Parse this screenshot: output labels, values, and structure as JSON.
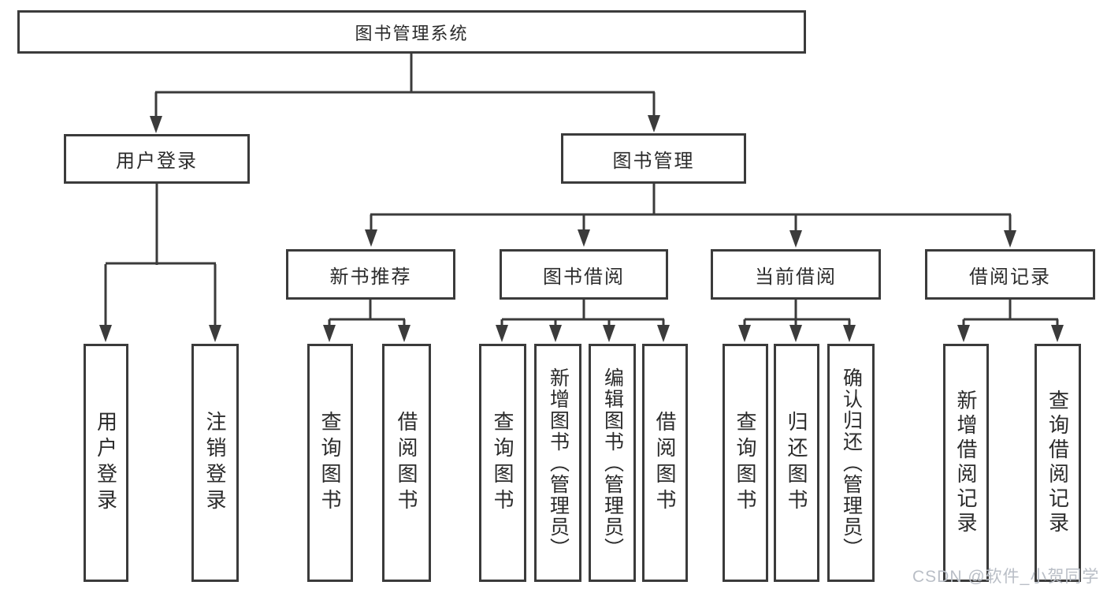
{
  "root": {
    "label": "图书管理系统"
  },
  "branches": {
    "login": {
      "label": "用户登录",
      "leaves": [
        "用户登录",
        "注销登录"
      ]
    },
    "management": {
      "label": "图书管理",
      "categories": [
        {
          "label": "新书推荐",
          "leaves": [
            "查询图书",
            "借阅图书"
          ]
        },
        {
          "label": "图书借阅",
          "leaves": [
            "查询图书",
            "新增图书（管理员）",
            "编辑图书（管理员）",
            "借阅图书"
          ]
        },
        {
          "label": "当前借阅",
          "leaves": [
            "查询图书",
            "归还图书",
            "确认归还（管理员）"
          ]
        },
        {
          "label": "借阅记录",
          "leaves": [
            "新增借阅记录",
            "查询借阅记录"
          ]
        }
      ]
    }
  },
  "watermark": "CSDN @软件_小贺同学",
  "colors": {
    "line": "#3b3b3b",
    "text": "#2b2b2b",
    "background": "#ffffff",
    "watermark": "#b9bec6"
  }
}
